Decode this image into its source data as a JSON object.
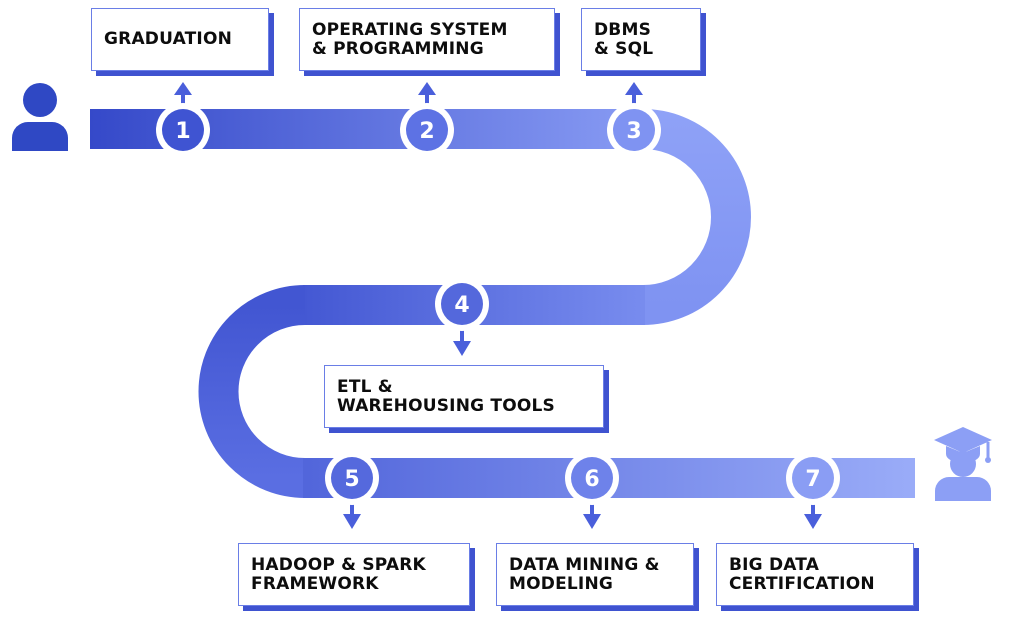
{
  "steps": [
    {
      "number": "1",
      "label": "GRADUATION"
    },
    {
      "number": "2",
      "label": "OPERATING SYSTEM\n& PROGRAMMING"
    },
    {
      "number": "3",
      "label": "DBMS\n& SQL"
    },
    {
      "number": "4",
      "label": "ETL &\nWAREHOUSING TOOLS"
    },
    {
      "number": "5",
      "label": "HADOOP & SPARK\nFRAMEWORK"
    },
    {
      "number": "6",
      "label": "DATA MINING &\nMODELING"
    },
    {
      "number": "7",
      "label": "BIG DATA\nCERTIFICATION"
    }
  ],
  "icons": {
    "start": "person-icon",
    "end": "graduate-icon"
  },
  "colors": {
    "road_dark": "#3549c9",
    "road_light": "#8fa2f7",
    "badge": "#4a5fdb",
    "shadow": "#3f53d0"
  }
}
